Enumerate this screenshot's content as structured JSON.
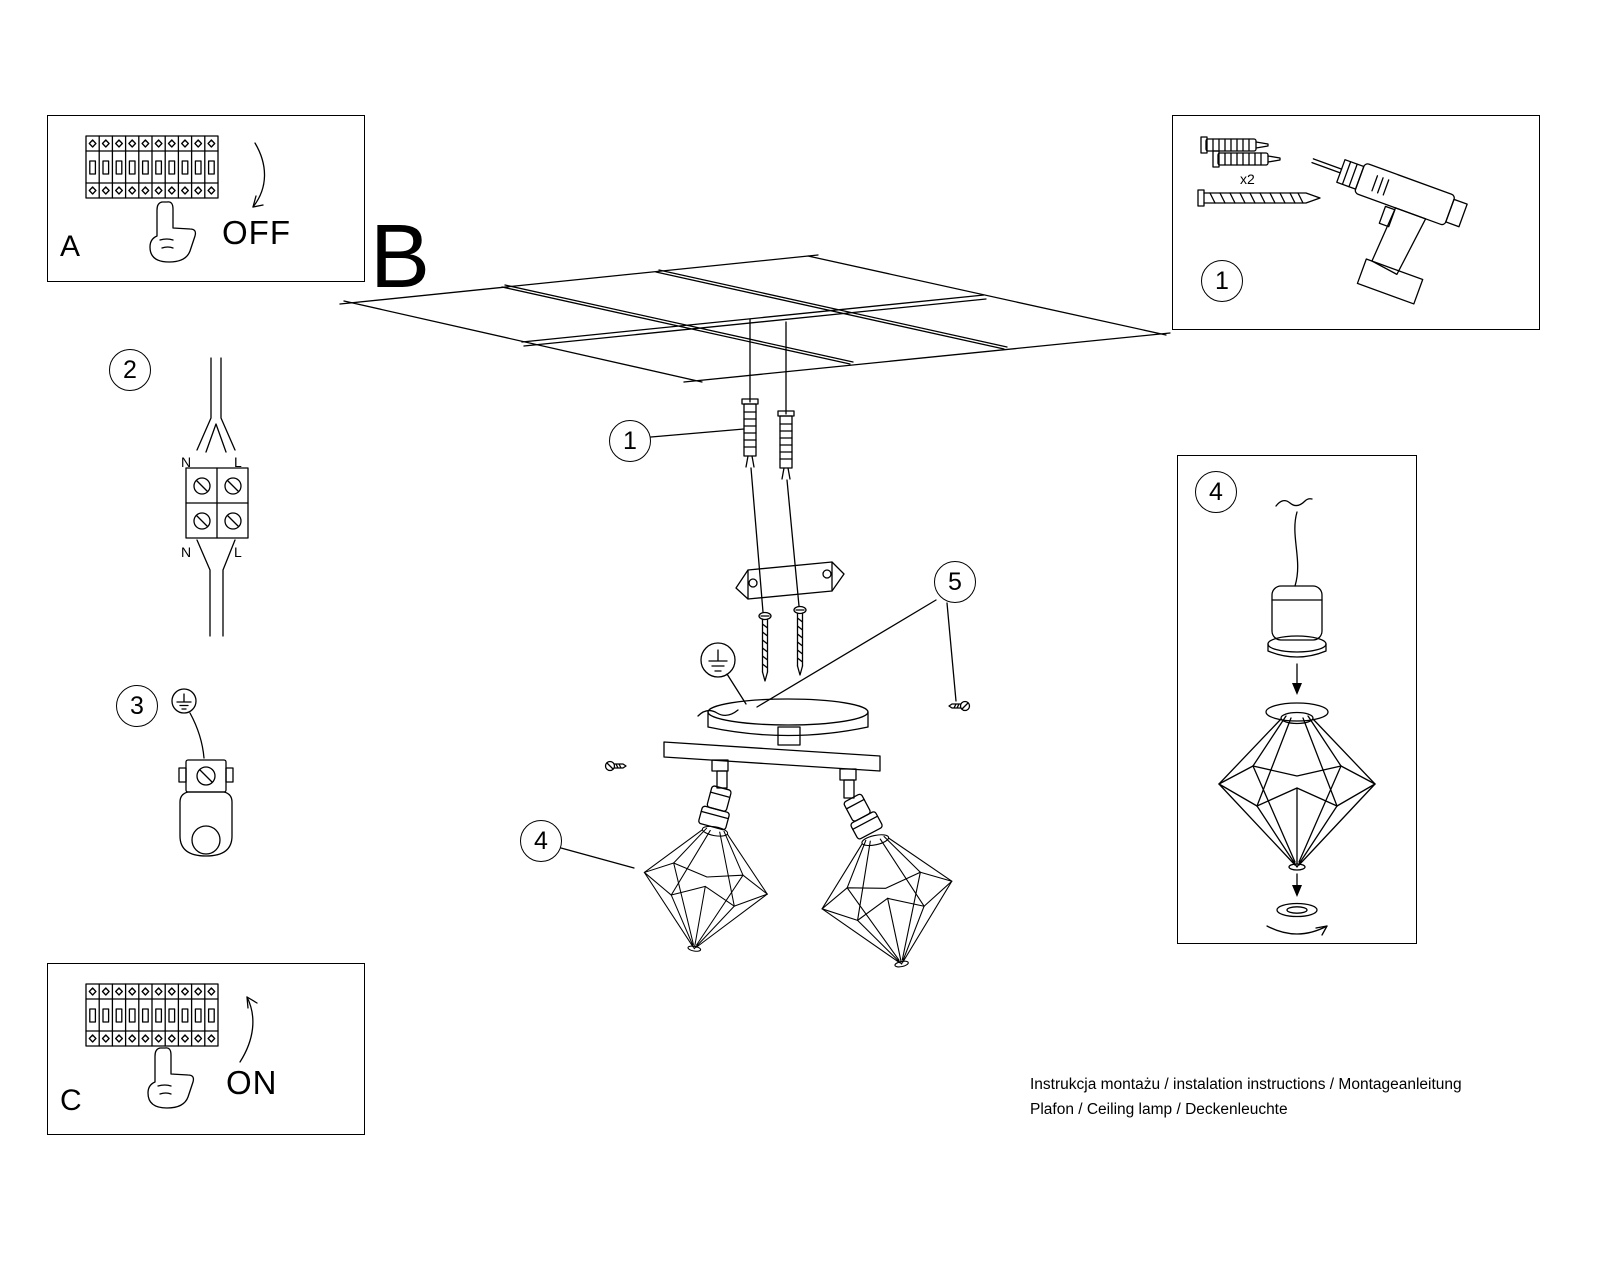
{
  "title": {
    "big_b": "B"
  },
  "panel_off": {
    "label": "A",
    "state": "OFF"
  },
  "panel_on": {
    "label": "C",
    "state": "ON"
  },
  "tools_panel": {
    "step": "1",
    "anchor_qty": "x2"
  },
  "detail_panel": {
    "step": "4"
  },
  "markers": {
    "anchor": "1",
    "wires": "2",
    "ground": "3",
    "shade": "4",
    "screws": "5"
  },
  "terminal": {
    "top_n": "N",
    "top_l": "L",
    "bottom_n": "N",
    "bottom_l": "L"
  },
  "footer": {
    "line1": "Instrukcja montażu / instalation instructions / Montageanleitung",
    "line2": "Plafon / Ceiling lamp / Deckenleuchte"
  },
  "colors": {
    "ink": "#000000",
    "paper": "#ffffff"
  }
}
